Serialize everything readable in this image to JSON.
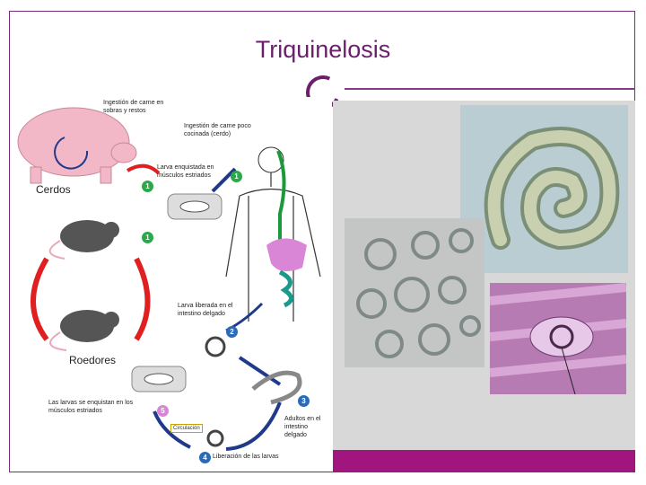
{
  "slide": {
    "title": "Triquinelosis",
    "colors": {
      "title": "#6b1f6b",
      "band": "#a0157e",
      "panel": "#d8d8d8"
    }
  },
  "diagram": {
    "labels": {
      "ingestion_sobras": "Ingestión de carne en sobras y restos",
      "ingestion_cocinada": "Ingestión de carne poco cocinada (cerdo)",
      "larva_enquistada": "Larva enquistada en músculos estriados",
      "cerdos": "Cerdos",
      "roedores": "Roedores",
      "larva_liberada": "Larva liberada en el intestino delgado",
      "larvas_enquistan": "Las larvas se enquistan en los músculos estriados",
      "circulacion": "Circulación",
      "adultos": "Adultos en el intestino delgado",
      "liberacion": "Liberación de las larvas"
    },
    "steps": [
      "1",
      "2",
      "3",
      "4",
      "5"
    ],
    "icons": [
      "pig-icon",
      "rat-icon",
      "human-body-icon",
      "worm-icon"
    ]
  },
  "photos": {
    "items": [
      "coiled-larva-photo",
      "larvae-cluster-photo",
      "encysted-larva-muscle-photo"
    ]
  }
}
